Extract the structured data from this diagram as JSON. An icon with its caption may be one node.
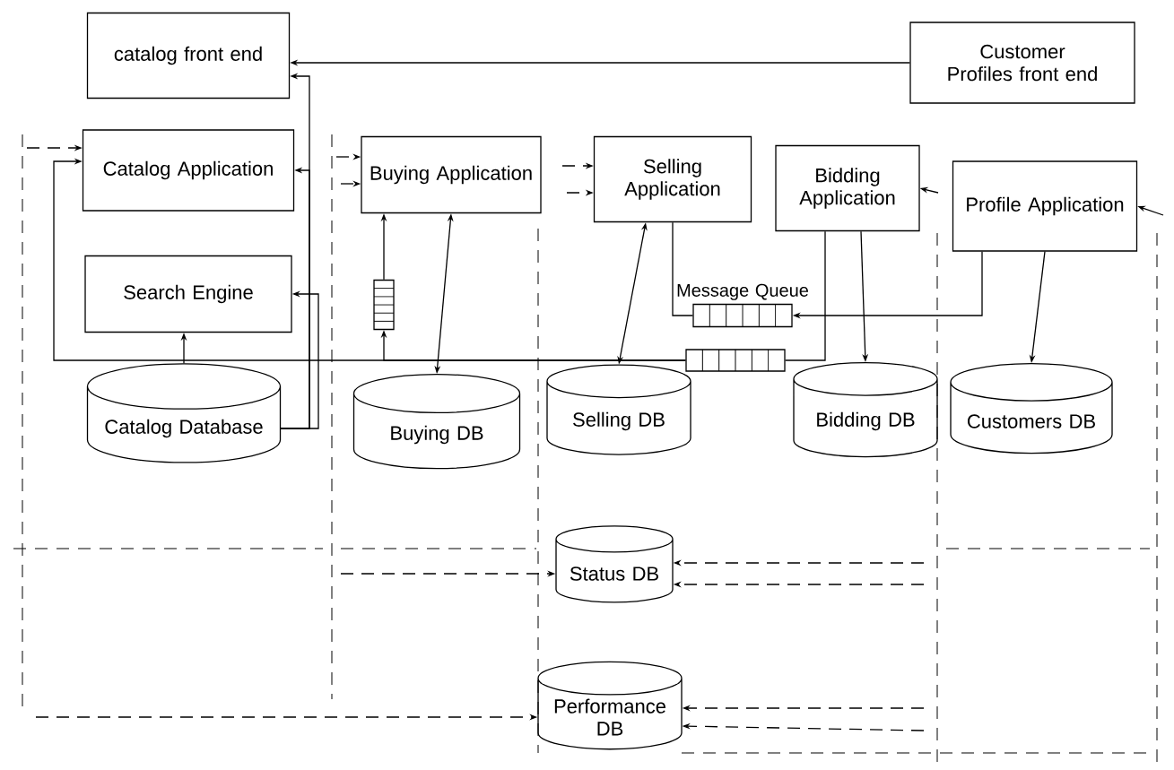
{
  "diagram": {
    "nodes": [
      {
        "text": [
          "catalog front end"
        ]
      },
      {
        "text": [
          "Customer Profiles front end"
        ]
      },
      {
        "text": [
          "Catalog Application"
        ]
      },
      {
        "text": [
          "Search Engine"
        ]
      },
      {
        "text": [
          "Buying Application"
        ]
      },
      {
        "text": [
          "Selling Application"
        ]
      },
      {
        "text": [
          "Bidding Application"
        ]
      },
      {
        "text": [
          "Profile Application"
        ]
      },
      {
        "text": [
          "Message Queue"
        ]
      },
      {
        "text": [],
        "shape": "bar"
      },
      {
        "text": [],
        "shape": "bar"
      },
      {
        "text": [
          "Catalog Database"
        ]
      },
      {
        "text": [
          "Buying DB"
        ]
      },
      {
        "text": [
          "Selling DB"
        ]
      },
      {
        "text": [
          "Bidding DB"
        ]
      },
      {
        "text": [
          "Customers DB"
        ]
      },
      {
        "text": [
          "Status DB"
        ]
      },
      {
        "text": [
          "Performance DB"
        ]
      }
    ],
    "edges": [
      {
        "from": 1,
        "to": 0,
        "arrow": "to"
      },
      {
        "from": 11,
        "to": 0,
        "arrow": "to"
      },
      {
        "from": 11,
        "to": 2,
        "arrow": "to"
      },
      {
        "from": 11,
        "to": 3,
        "arrow": "to"
      },
      {
        "from": 11,
        "to": 3,
        "arrow": "to"
      },
      {
        "from": 4,
        "to": 12,
        "arrow": "both"
      },
      {
        "from": 10,
        "to": 4,
        "arrow": "to"
      },
      {
        "from": 9,
        "to": 2,
        "arrow": "to"
      },
      {
        "from": 9,
        "to": 10,
        "arrow": "to"
      },
      {
        "from": 6,
        "to": 9,
        "arrow": "none"
      },
      {
        "from": 5,
        "to": 13,
        "arrow": "both"
      },
      {
        "from": 5,
        "to": 8,
        "arrow": "none"
      },
      {
        "from": 7,
        "to": 8,
        "arrow": "to"
      },
      {
        "from": 6,
        "to": 14,
        "arrow": "to"
      },
      {
        "from": 7,
        "to": 15,
        "arrow": "to"
      },
      {
        "from": null,
        "to": 16,
        "arrow": "to",
        "style": "dashed"
      },
      {
        "from": null,
        "to": 16,
        "arrow": "to",
        "style": "dashed"
      },
      {
        "from": null,
        "to": 16,
        "arrow": "to",
        "style": "dashed"
      },
      {
        "from": null,
        "to": 17,
        "arrow": "to",
        "style": "dashed"
      },
      {
        "from": null,
        "to": 17,
        "arrow": "to",
        "style": "dashed"
      },
      {
        "from": null,
        "to": 17,
        "arrow": "to",
        "style": "dashed"
      },
      {
        "from": null,
        "to": 2,
        "arrow": "to",
        "style": "dashed"
      },
      {
        "from": null,
        "to": 4,
        "arrow": "to",
        "style": "dashed"
      },
      {
        "from": null,
        "to": 4,
        "arrow": "to",
        "style": "dashed"
      },
      {
        "from": null,
        "to": 5,
        "arrow": "to",
        "style": "dashed"
      },
      {
        "from": null,
        "to": 5,
        "arrow": "to",
        "style": "dashed"
      },
      {
        "from": null,
        "to": 6,
        "arrow": "to"
      },
      {
        "from": null,
        "to": 7,
        "arrow": "to"
      }
    ]
  }
}
